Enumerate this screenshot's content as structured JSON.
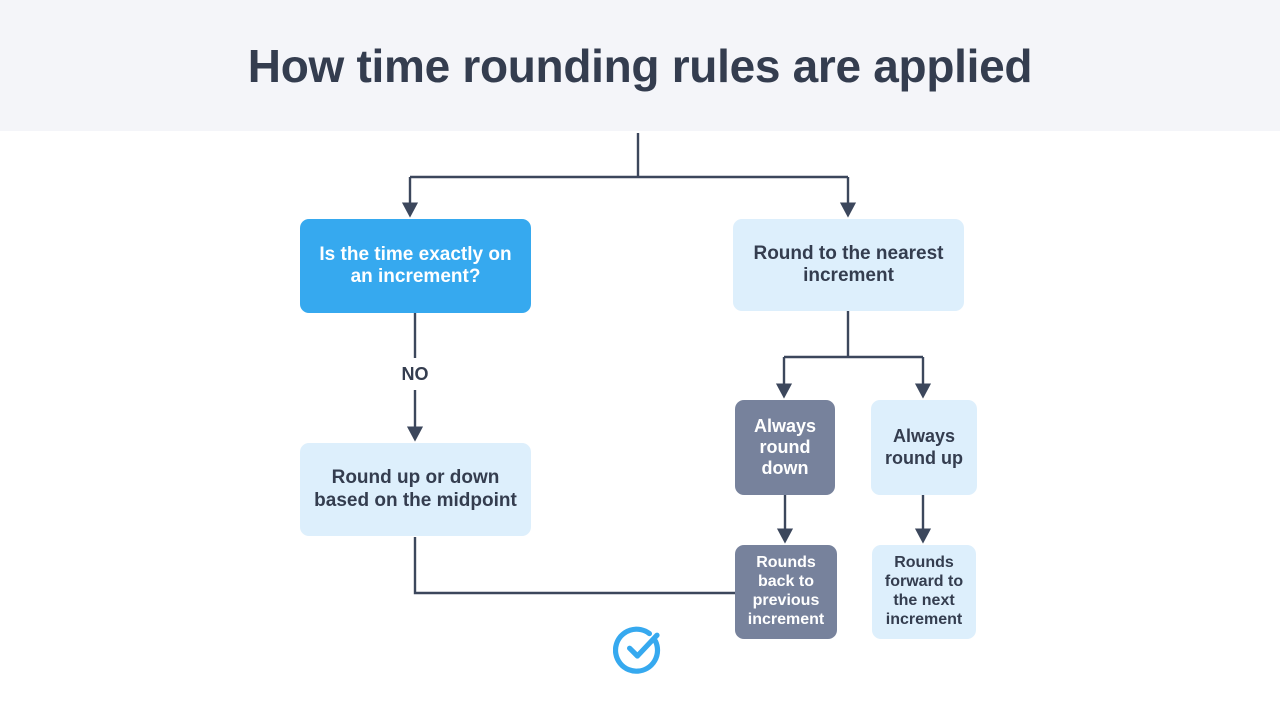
{
  "header": {
    "title": "How time rounding rules are applied",
    "background_color": "#f4f5f9",
    "title_color": "#343d4f"
  },
  "colors": {
    "primary_blue": "#36a9ef",
    "light_blue": "#ddeffc",
    "slate_gray": "#77829c",
    "text_dark": "#343d4f",
    "text_light": "#ffffff",
    "connector": "#3c475c",
    "page_background": "#ffffff"
  },
  "diagram": {
    "type": "flowchart",
    "nodes": [
      {
        "id": "decision",
        "label": "Is the time exactly on an increment?",
        "style": "primary",
        "fill": "#36a9ef",
        "text_color": "#ffffff"
      },
      {
        "id": "nearest",
        "label": "Round to the nearest increment",
        "style": "light",
        "fill": "#ddeffc",
        "text_color": "#343d4f"
      },
      {
        "id": "midpoint",
        "label": "Round up or down based on the midpoint",
        "style": "light",
        "fill": "#ddeffc",
        "text_color": "#343d4f"
      },
      {
        "id": "round-down",
        "label": "Always round down",
        "style": "slate",
        "fill": "#77829c",
        "text_color": "#ffffff"
      },
      {
        "id": "round-up",
        "label": "Always round up",
        "style": "light",
        "fill": "#ddeffc",
        "text_color": "#343d4f"
      },
      {
        "id": "rounds-back",
        "label": "Rounds back to previous increment",
        "style": "slate",
        "fill": "#77829c",
        "text_color": "#ffffff"
      },
      {
        "id": "rounds-forward",
        "label": "Rounds forward to the next increment",
        "style": "light",
        "fill": "#ddeffc",
        "text_color": "#343d4f"
      }
    ],
    "edges": [
      {
        "from": "root",
        "to": "decision",
        "label": ""
      },
      {
        "from": "root",
        "to": "nearest",
        "label": ""
      },
      {
        "from": "decision",
        "to": "midpoint",
        "label": "NO"
      },
      {
        "from": "nearest",
        "to": "round-down",
        "label": ""
      },
      {
        "from": "nearest",
        "to": "round-up",
        "label": ""
      },
      {
        "from": "round-down",
        "to": "rounds-back",
        "label": ""
      },
      {
        "from": "round-up",
        "to": "rounds-forward",
        "label": ""
      },
      {
        "from": "midpoint",
        "to": "rounds-back",
        "label": ""
      }
    ],
    "edge_labels": {
      "no": "NO"
    }
  },
  "footer": {
    "icon": "check-circle-icon",
    "icon_color": "#36a9ef"
  }
}
